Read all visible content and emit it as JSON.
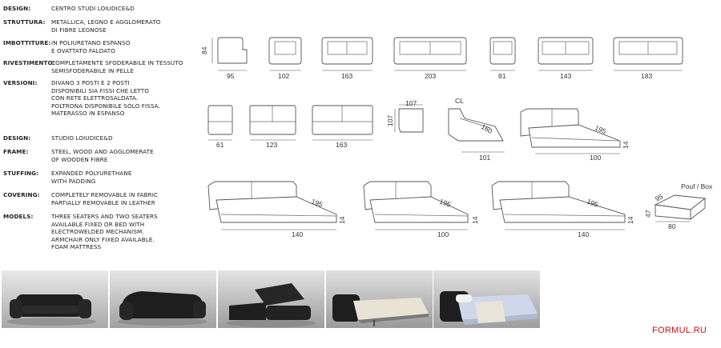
{
  "specs": [
    {
      "label": "DESIGN:",
      "value": "CENTRO STUDI LOIUDICE&D"
    },
    {
      "label": "STRUTTURA:",
      "value": "METALLICA, LEGNO E AGGLOMERATO\nDI FIBRE LEGNOSE"
    },
    {
      "label": "IMBOTTITURE:",
      "value": "IN POLIURETANO ESPANSO\nE OVATTATO FALDATO"
    },
    {
      "label": "RIVESTIMENTO:",
      "value": "COMPLETAMENTE SFODERABILE IN TESSUTO\nSEMISFODERABILE IN PELLE"
    },
    {
      "label": "VERSIONI:",
      "value": "DIVANO 3 POSTI E 2 POSTI\nDISPONIBILI SIA FISSI CHE LETTO\nCON RETE ELETTROSALDATA.\nPOLTRONA DISPONIBILE SOLO FISSA.\nMATERASSO IN ESPANSO"
    },
    {
      "label": "DESIGN:",
      "value": "STUDIO LOIUDICE&D"
    },
    {
      "label": "FRAME:",
      "value": "STEEL, WOOD AND AGGLOMERATE\nOF WOODEN FIBRE"
    },
    {
      "label": "STUFFING:",
      "value": "EXPANDED POLYURETHANE\nWITH PADDING"
    },
    {
      "label": "COVERING:",
      "value": "COMPLETELY REMOVABLE IN FABRIC\nPARTIALLY REMOVABLE IN LEATHER"
    },
    {
      "label": "MODELS:",
      "value": "THREE SEATERS AND TWO SEATERS\nAVAILABLE FIXED OR BED WITH\nELECTROWELDED MECHANISM.\nARMCHAIR ONLY FIXED AVAILABLE.\nFOAM MATTRESS"
    }
  ],
  "dims": {
    "side_height": "84",
    "side_depth": "95",
    "armchair": "102",
    "sofa2": "163",
    "sofa3": "203",
    "armless_chair": "81",
    "armless2": "143",
    "armless3": "183",
    "el_chair": "61",
    "el_2": "123",
    "el_3": "163",
    "corner_w": "107",
    "corner_d": "107",
    "cl_label": "CL",
    "cl_len": "160",
    "cl_w": "101",
    "bed1_len": "195",
    "bed1_h": "14",
    "bed1_w": "100",
    "bed2_len": "195",
    "bed2_h": "14",
    "bed2_w": "140",
    "bed3_len": "195",
    "bed3_h": "14",
    "bed3_w": "100",
    "bed4_len": "195",
    "bed4_h": "14",
    "bed4_w": "140",
    "pouf_label": "Pouf / Box",
    "pouf_d": "95",
    "pouf_h": "47",
    "pouf_w": "80"
  },
  "brand": "FORMUL.RU",
  "colors": {
    "brand": "#cc1111",
    "line": "#555555",
    "sofa": "#1e1e1e",
    "sheet": "#cfd8ea"
  }
}
